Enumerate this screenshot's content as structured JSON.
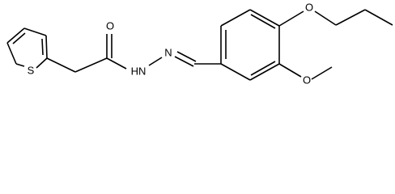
{
  "molecule": {
    "atoms": {
      "sulfur": "S",
      "carbonyl_oxygen": "O",
      "hydrazide_nh": "HN",
      "imine_nitrogen": "N",
      "propoxy_oxygen": "O",
      "methoxy_oxygen": "O"
    }
  }
}
